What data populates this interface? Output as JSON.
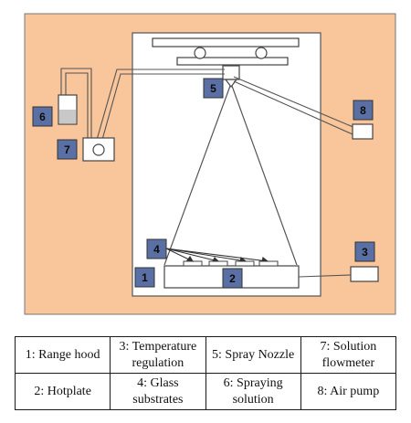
{
  "diagram": {
    "labels": [
      "1",
      "2",
      "3",
      "4",
      "5",
      "6",
      "7",
      "8"
    ]
  },
  "legend": {
    "rows": [
      [
        "1: Range hood",
        "3: Temperature regulation",
        "5: Spray Nozzle",
        "7: Solution flowmeter"
      ],
      [
        "2: Hotplate",
        "4: Glass substrates",
        "6: Spraying solution",
        "8: Air pump"
      ]
    ]
  },
  "colors": {
    "background": "#f9c59a",
    "badge_fill": "#5a6fa3",
    "line": "#555555"
  }
}
